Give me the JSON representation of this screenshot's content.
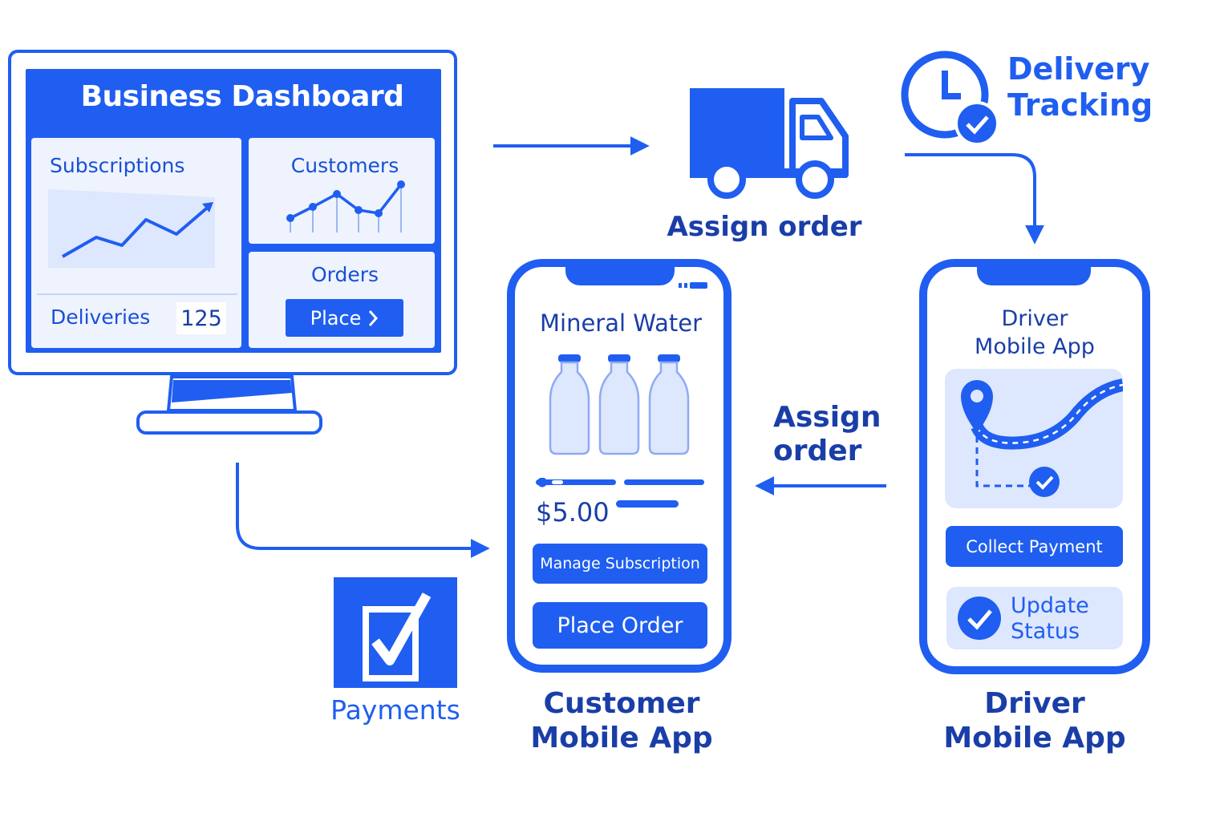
{
  "dashboard": {
    "title": "Business Dashboard",
    "subscriptions_label": "Subscriptions",
    "customers_label": "Customers",
    "orders_label": "Orders",
    "place_label": "Place",
    "deliveries_label": "Deliveries",
    "deliveries_count": "125"
  },
  "assign_order_top": "Assign order",
  "delivery_tracking": {
    "line1": "Delivery",
    "line2": "Tracking"
  },
  "customer_app": {
    "product": "Mineral Water",
    "price": "$5.00",
    "manage_label": "Manage Subscription",
    "place_order_label": "Place Order",
    "caption_line1": "Customer",
    "caption_line2": "Mobile App"
  },
  "assign_order_side": {
    "line1": "Assign",
    "line2": "order"
  },
  "driver_app": {
    "title_line1": "Driver",
    "title_line2": "Mobile App",
    "collect_label": "Collect Payment",
    "update_line1": "Update",
    "update_line2": "Status",
    "caption_line1": "Driver",
    "caption_line2": "Mobile App"
  },
  "payments_label": "Payments",
  "colors": {
    "primary": "#1f5ef0",
    "text_dark": "#1a3ea8",
    "panel": "#eef3fe",
    "light_fill": "#dde7fd"
  },
  "icons": [
    "truck-icon",
    "clock-icon",
    "check-badge-icon",
    "checkbox-icon",
    "map-pin-icon",
    "chevron-right-icon",
    "water-bottle-icon"
  ]
}
